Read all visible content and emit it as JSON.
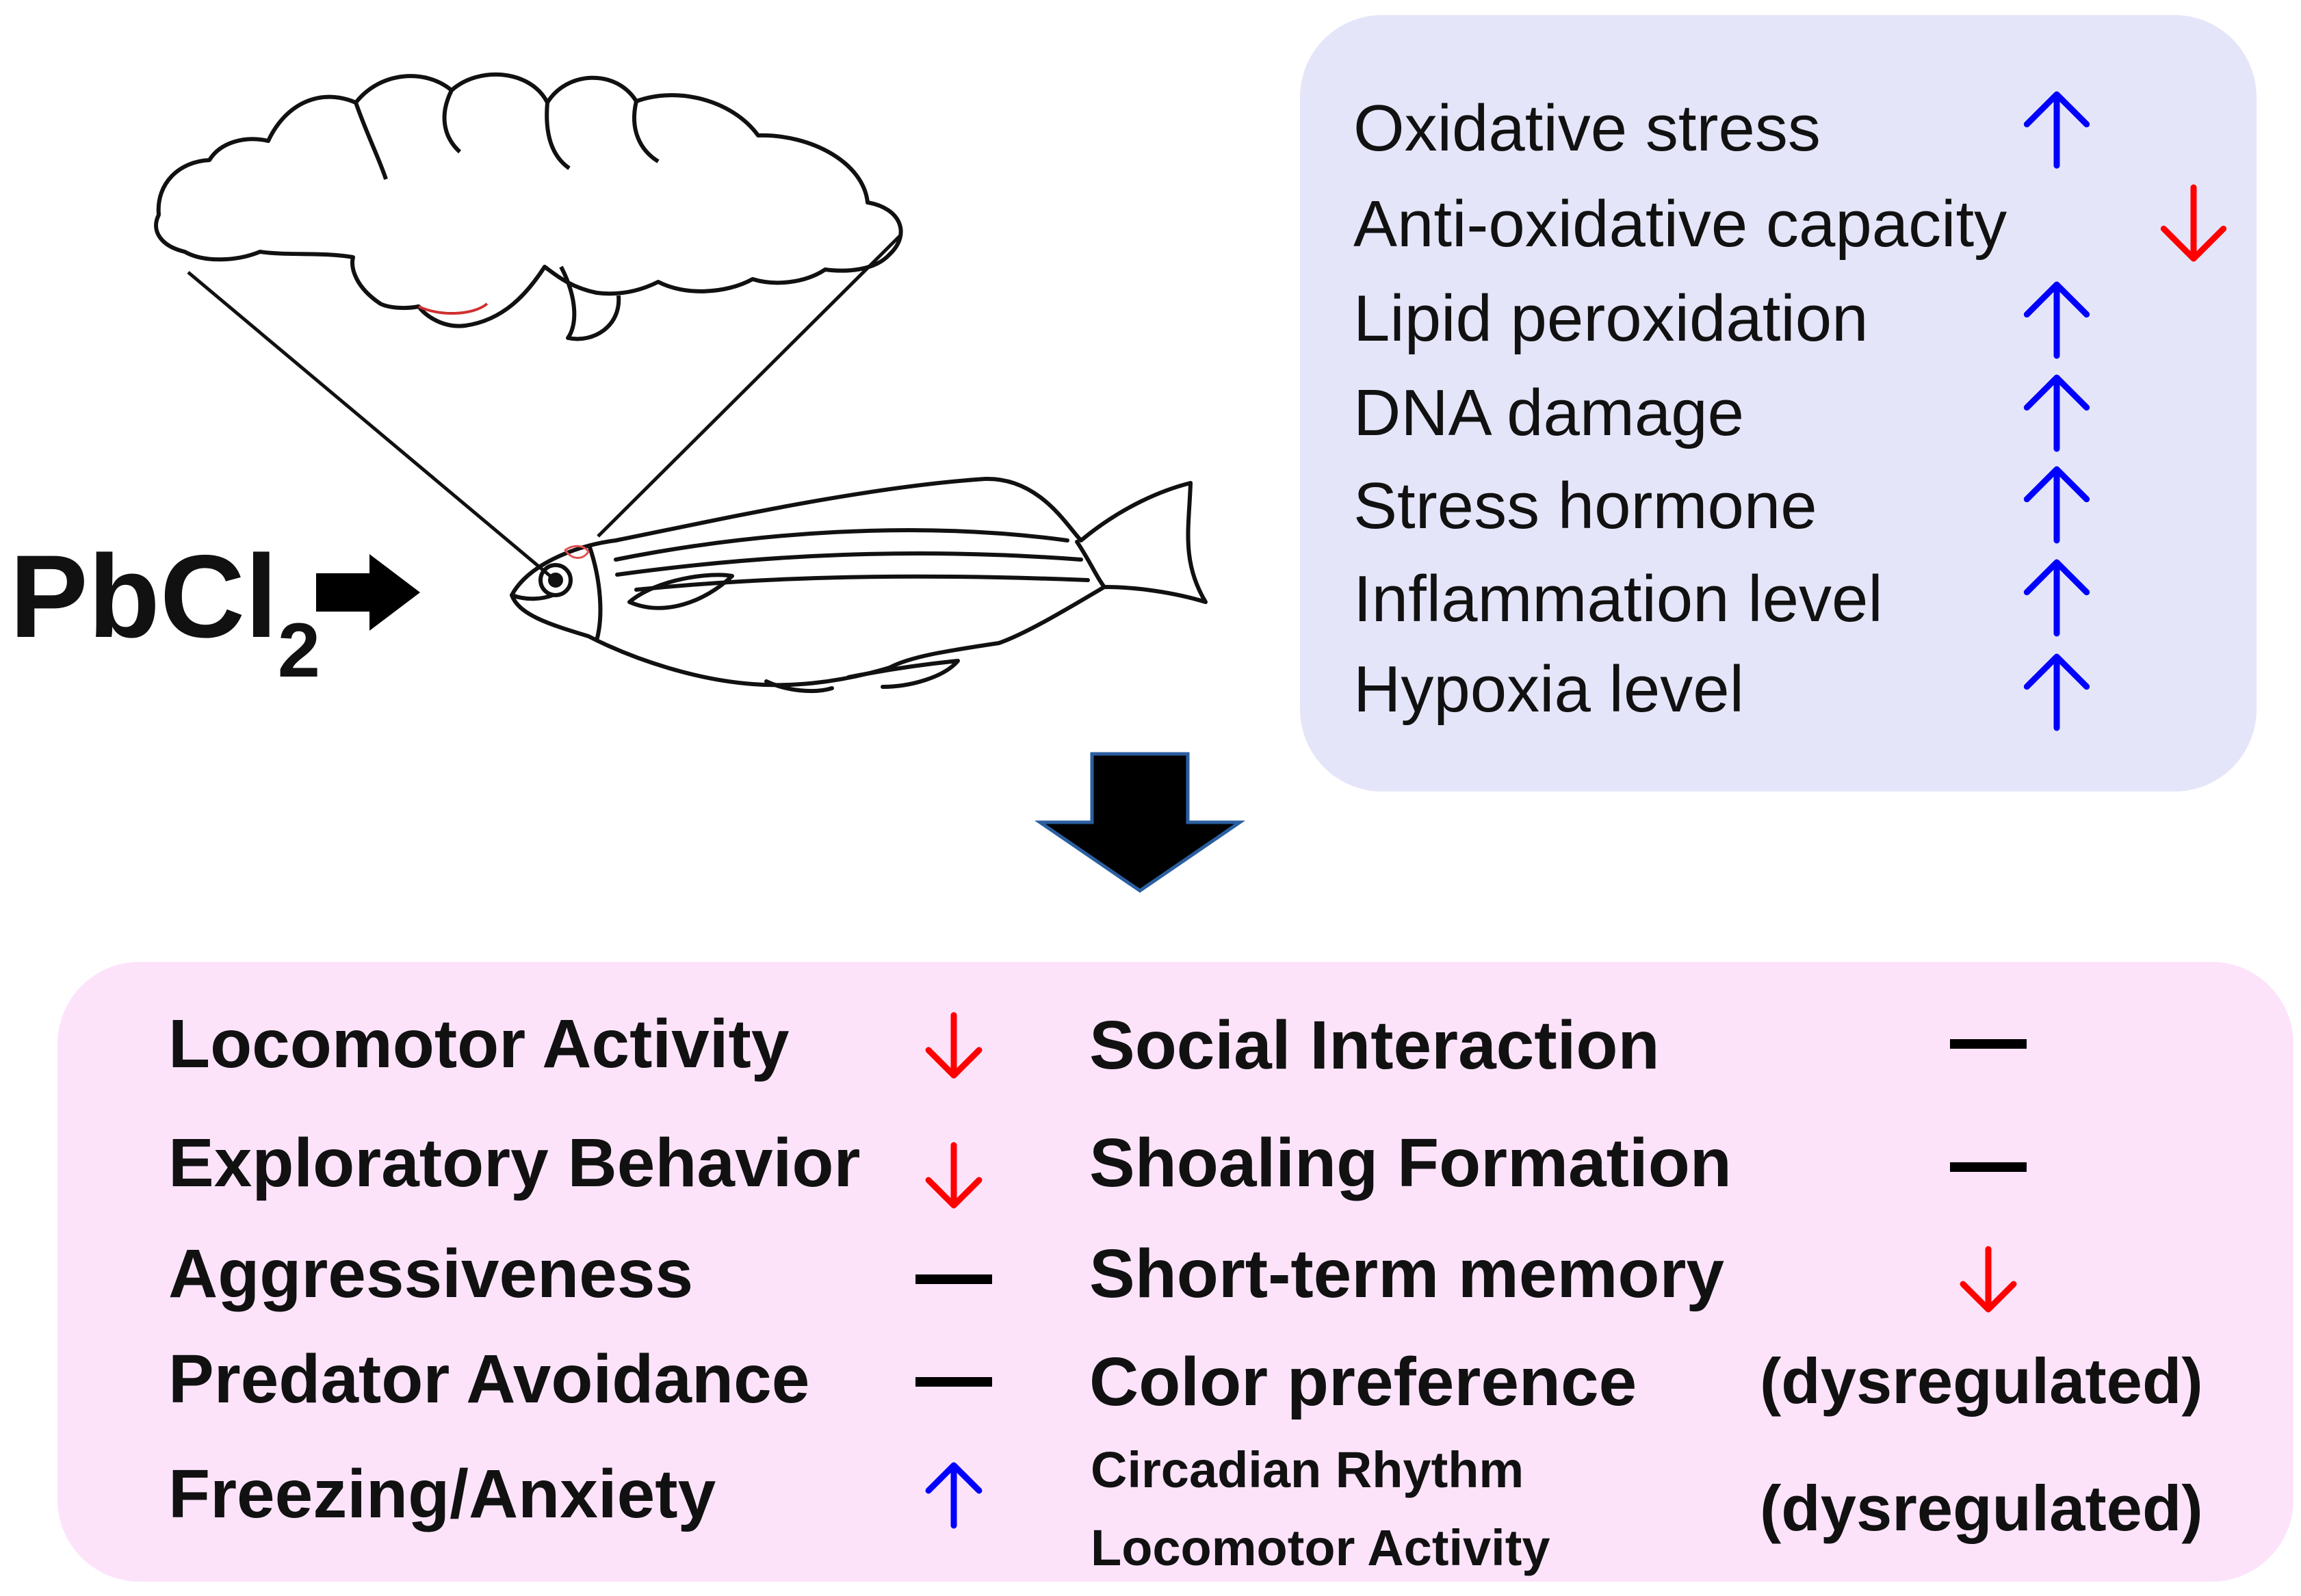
{
  "compound": {
    "base": "PbCl",
    "subscript": "2"
  },
  "colors": {
    "increase": "#0000ff",
    "decrease": "#ff0000",
    "neutral": "#000000",
    "top_panel": "#e5e5fa",
    "bottom_panel": "#fce3fa"
  },
  "molecular_effects": [
    {
      "label": "Oxidative stress",
      "change": "increase"
    },
    {
      "label": "Anti-oxidative capacity",
      "change": "decrease"
    },
    {
      "label": "Lipid peroxidation",
      "change": "increase"
    },
    {
      "label": "DNA damage",
      "change": "increase"
    },
    {
      "label": "Stress hormone",
      "change": "increase"
    },
    {
      "label": "Inflammation level",
      "change": "increase"
    },
    {
      "label": "Hypoxia level",
      "change": "increase"
    }
  ],
  "behavior_left": [
    {
      "label": "Locomotor Activity",
      "change": "decrease"
    },
    {
      "label": "Exploratory Behavior",
      "change": "decrease"
    },
    {
      "label": "Aggressiveness",
      "change": "no-change"
    },
    {
      "label": "Predator Avoidance",
      "change": "no-change"
    },
    {
      "label": "Freezing/Anxiety",
      "change": "increase"
    }
  ],
  "behavior_right": [
    {
      "label": "Social Interaction",
      "change": "no-change"
    },
    {
      "label": "Shoaling Formation",
      "change": "no-change"
    },
    {
      "label": "Short-term memory",
      "change": "decrease"
    },
    {
      "label": "Color preference",
      "change": "dysregulated",
      "note": "(dysregulated)"
    },
    {
      "label_line1": "Circadian Rhythm",
      "label_line2": "Locomotor Activity",
      "change": "dysregulated",
      "note": "(dysregulated)"
    }
  ]
}
